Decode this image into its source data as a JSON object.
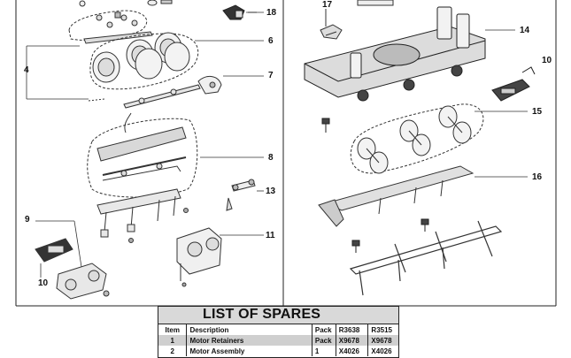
{
  "callouts": [
    "18",
    "6",
    "7",
    "4",
    "8",
    "13",
    "11",
    "9",
    "10",
    "17",
    "14",
    "10",
    "15",
    "16"
  ],
  "spares": {
    "title": "LIST OF SPARES",
    "headers": [
      "Item",
      "Description",
      "Pack",
      "R3638",
      "R3515"
    ],
    "rows": [
      [
        "1",
        "Motor Retainers",
        "Pack",
        "X9678",
        "X9678"
      ],
      [
        "2",
        "Motor Assembly",
        "1",
        "X4026",
        "X4026"
      ]
    ]
  }
}
